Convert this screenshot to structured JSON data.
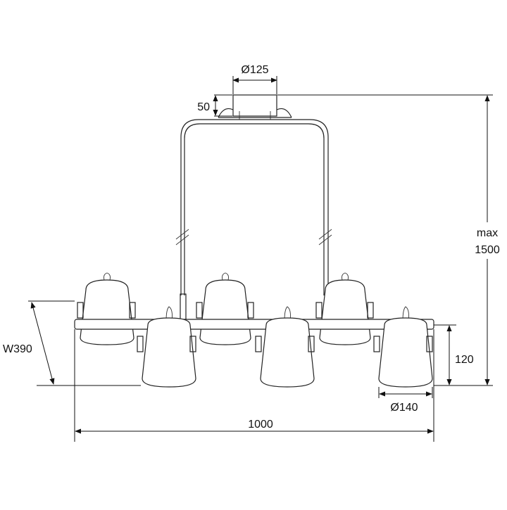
{
  "dimensions": {
    "canopy_diameter": "Ø125",
    "canopy_height": "50",
    "max_height_line1": "max",
    "max_height_line2": "1500",
    "depth": "W390",
    "shade_height": "120",
    "shade_diameter": "Ø140",
    "overall_width": "1000"
  },
  "lamp": {
    "shade_count": 6
  }
}
